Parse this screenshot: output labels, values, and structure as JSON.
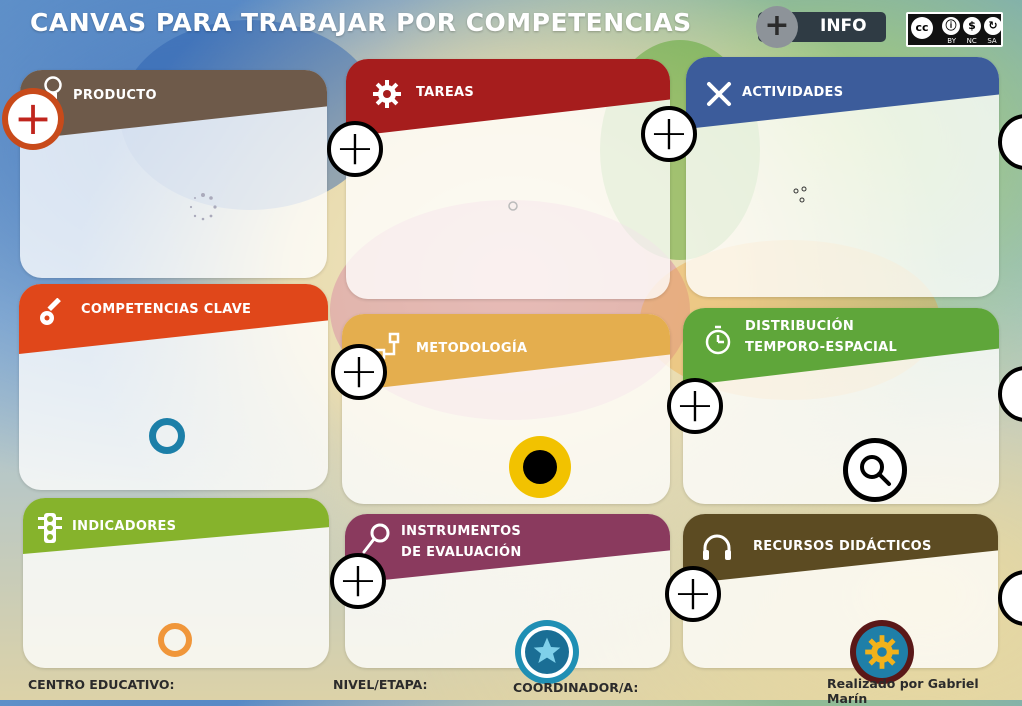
{
  "title": "CANVAS PARA TRABAJAR POR COMPETENCIAS",
  "info_button": {
    "plus": "+",
    "label": "INFO"
  },
  "license": {
    "cc": "cc",
    "tags": [
      "BY",
      "NC",
      "SA"
    ]
  },
  "cards": {
    "producto": {
      "label": "PRODUCTO",
      "color": "#6e5a4a"
    },
    "tareas": {
      "label": "TAREAS",
      "color": "#a61d1d"
    },
    "actividades": {
      "label": "ACTIVIDADES",
      "color": "#3c5c9b"
    },
    "competencias": {
      "label": "COMPETENCIAS CLAVE",
      "color": "#e0471a"
    },
    "metodologia": {
      "label": "METODOLOGÍA",
      "color": "#e4ae4e"
    },
    "distribucion": {
      "label_line1": "DISTRIBUCIÓN",
      "label_line2": "TEMPORO-ESPACIAL",
      "color": "#5fa63a"
    },
    "indicadores": {
      "label": "INDICADORES",
      "color": "#86b32c"
    },
    "instrumentos": {
      "label_line1": "INSTRUMENTOS",
      "label_line2": "DE EVALUACIÓN",
      "color": "#8a3a5e"
    },
    "recursos": {
      "label": "RECURSOS DIDÁCTICOS",
      "color": "#5c4b22"
    }
  },
  "icons": {
    "producto": "lightbulb-icon",
    "tareas": "gear-icon",
    "actividades": "tools-icon",
    "competencias": "key-icon",
    "metodologia": "flowchart-icon",
    "distribucion": "stopwatch-icon",
    "indicadores": "traffic-light-icon",
    "instrumentos": "magnifier-icon",
    "recursos": "headset-icon"
  },
  "plus_symbol": "+",
  "footer": {
    "centro": "CENTRO EDUCATIVO:",
    "nivel": "NIVEL/ETAPA:",
    "coordinador": "COORDINADOR/A:",
    "credit": "Realizado por Gabriel Marín"
  }
}
